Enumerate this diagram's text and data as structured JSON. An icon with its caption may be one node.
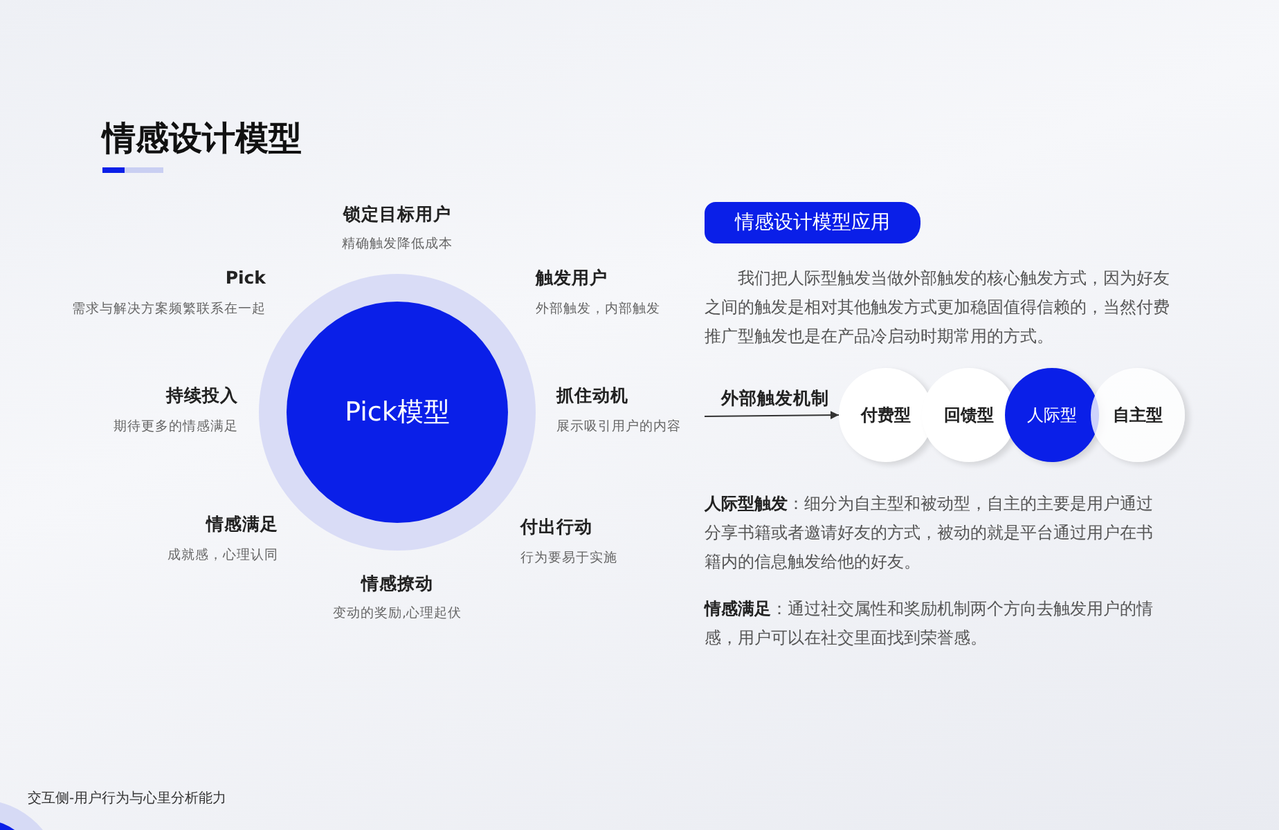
{
  "diagram": {
    "title": "情感设计模型",
    "nodes": [
      {
        "text": [
          "Pick模型"
        ]
      },
      {
        "text": [
          "情感设计模型应用"
        ]
      },
      {
        "text": [
          "付费型"
        ]
      },
      {
        "text": [
          "回馈型"
        ]
      },
      {
        "text": [
          "人际型"
        ]
      },
      {
        "text": [
          "自主型"
        ]
      }
    ],
    "edges": [
      {
        "from": null,
        "to": 2,
        "arrow": "to",
        "label": "外部触发机制"
      }
    ],
    "labels": [
      "锁定目标用户",
      "精确触发降低成本",
      "Pick",
      "需求与解决方案频繁联系在一起",
      "触发用户",
      "外部触发，内部触发",
      "持续投入",
      "期待更多的情感满足",
      "抓住动机",
      "展示吸引用户的内容",
      "情感满足",
      "成就感，心理认同",
      "付出行动",
      "行为要易于实施",
      "情感撩动",
      "变动的奖励,心理起伏",
      "我们把人际型触发当做外部触发的核心触发方式，因为好友之间的触发是相对其他触发方式更加稳固值得信赖的，当然付费推广型触发也是在产品冷启动时期常用的方式。",
      "**人际型触发**：细分为自主型和被动型，自主的主要是用户通过分享书籍或者邀请好友的方式，被动的就是平台通过用户在书籍内的信息触发给他的好友。",
      "**情感满足**：通过社交属性和奖励机制两个方向去触发用户的情感，用户可以在社交里面找到荣誉感。",
      "交互侧-用户行为与心里分析能力"
    ]
  }
}
